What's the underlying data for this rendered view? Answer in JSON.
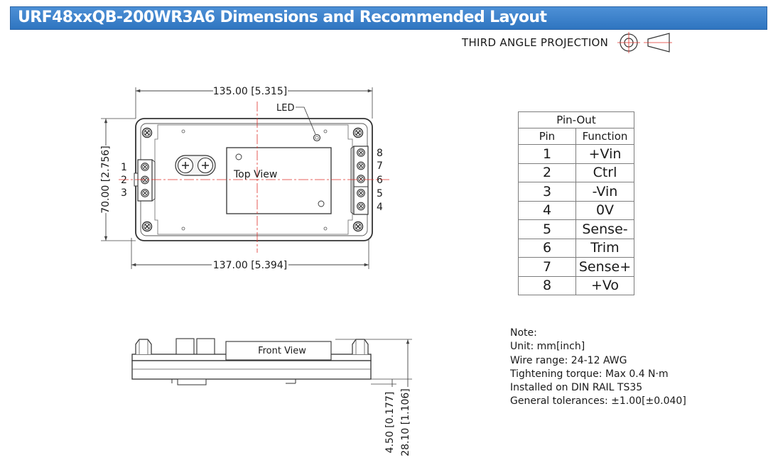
{
  "header": {
    "title": "URF48xxQB-200WR3A6 Dimensions and Recommended Layout"
  },
  "projection": {
    "label": "THIRD ANGLE PROJECTION"
  },
  "top_view": {
    "label": "Top View",
    "led_label": "LED",
    "width_top": "135.00 [5.315]",
    "width_bottom": "137.00 [5.394]",
    "height": "70.00 [2.756]",
    "left_pins": [
      "1",
      "2",
      "3"
    ],
    "right_pins": [
      "8",
      "7",
      "6",
      "5",
      "4"
    ]
  },
  "front_view": {
    "label": "Front View",
    "dim_small": "4.50 [0.177]",
    "dim_large": "28.10 [1.106]"
  },
  "pinout": {
    "title": "Pin-Out",
    "headers": {
      "pin": "Pin",
      "function": "Function"
    },
    "rows": [
      {
        "pin": "1",
        "function": "+Vin"
      },
      {
        "pin": "2",
        "function": "Ctrl"
      },
      {
        "pin": "3",
        "function": "-Vin"
      },
      {
        "pin": "4",
        "function": "0V"
      },
      {
        "pin": "5",
        "function": "Sense-"
      },
      {
        "pin": "6",
        "function": "Trim"
      },
      {
        "pin": "7",
        "function": "Sense+"
      },
      {
        "pin": "8",
        "function": "+Vo"
      }
    ]
  },
  "notes": {
    "title": "Note:",
    "lines": [
      "Unit: mm[inch]",
      "Wire range: 24-12 AWG",
      "Tightening torque: Max 0.4 N·m",
      "Installed on DIN RAIL TS35",
      "General tolerances: ±1.00[±0.040]"
    ]
  },
  "colors": {
    "header_bg": "#3a7fc8",
    "header_text": "#ffffff",
    "centerline": "#e0302a"
  }
}
